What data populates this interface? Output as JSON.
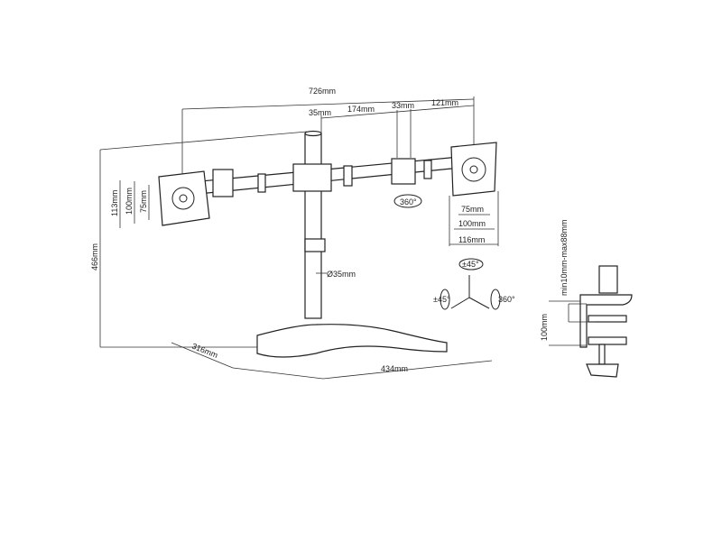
{
  "title": "Dual monitor desk stand dimension drawing",
  "dimensions": {
    "overall_width": "726mm",
    "pole_width": "35mm",
    "arm_segment": "174mm",
    "joint_width": "33mm",
    "end_segment": "121mm",
    "swivel": "360°",
    "left_plate_height": "113mm",
    "left_vesa_100": "100mm",
    "left_vesa_75": "75mm",
    "right_vesa_75": "75mm",
    "right_vesa_100": "100mm",
    "right_plate_width": "116mm",
    "overall_height": "466mm",
    "pole_diameter": "Ø35mm",
    "base_depth": "316mm",
    "base_width": "434mm"
  },
  "rotation": {
    "tilt": "±45°",
    "pan": "±45°",
    "rotate": "360°"
  },
  "clamp": {
    "desk_thickness": "min10mm-max88mm",
    "clamp_height": "100mm"
  },
  "colors": {
    "line": "#222222",
    "background": "#ffffff"
  }
}
